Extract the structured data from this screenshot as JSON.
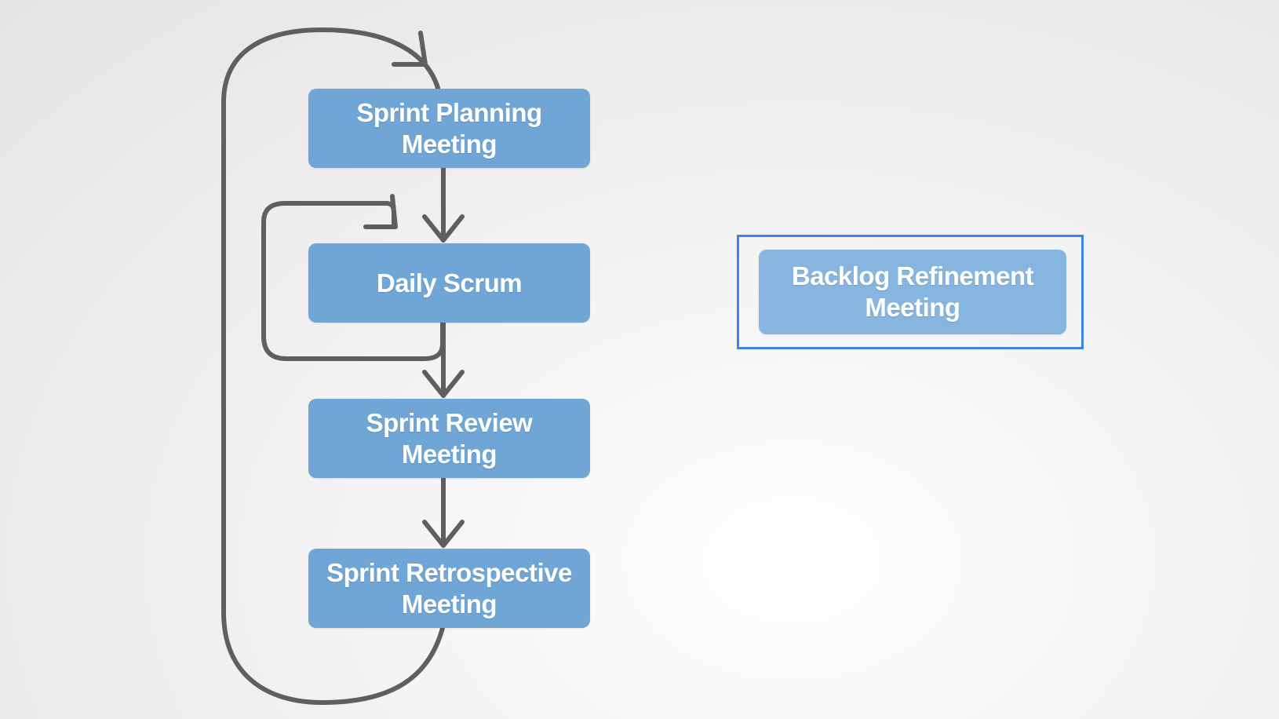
{
  "diagram": {
    "steps": [
      {
        "label": "Sprint Planning\nMeeting"
      },
      {
        "label": "Daily Scrum"
      },
      {
        "label": "Sprint Review\nMeeting"
      },
      {
        "label": "Sprint Retrospective\nMeeting"
      }
    ],
    "side_item": {
      "label": "Backlog Refinement\nMeeting"
    },
    "colors": {
      "box_fill": "#6fa6d6",
      "side_box_fill": "#86b6e0",
      "selection_border": "#3a86e6",
      "arrow": "#5f5f5f",
      "text": "#ffffff"
    }
  }
}
